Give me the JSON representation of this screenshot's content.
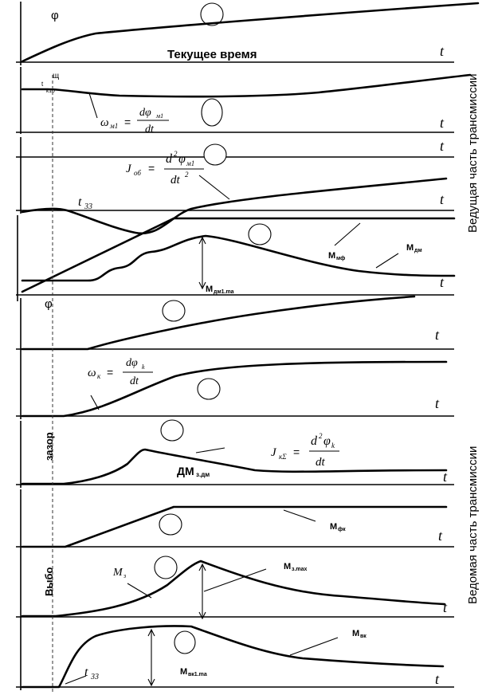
{
  "header_text": "Текущее время",
  "side_label_top": "Ведущая часть трансмиссии",
  "side_label_bottom": "Ведомая часть трансмиссии",
  "gap_label": "зазор",
  "gap_select_label": "Выбо",
  "axis_t": "t",
  "labels": {
    "phi_top": "φ",
    "phi_mid": "φ",
    "t_marker_top": "щ",
    "t_marker_sub": "t",
    "t_marker_sub2": "к10",
    "omega_m1": "ω",
    "omega_m1_sub": "м1",
    "eq_sign": "=",
    "d_phi": "dφ",
    "d_phi_m1_sub": "м1",
    "dt": "dt",
    "J_ob": "J",
    "J_ob_sub": "об",
    "J_eq_num": "d",
    "J_eq_num_sup": "2",
    "J_eq_num_phi": "φ",
    "J_eq_num_sub": "м1",
    "J_eq_den": "dt",
    "J_eq_den_sup": "2",
    "t33_top": "t",
    "t33_top_sub": "33",
    "M_mf": "M",
    "M_mf_sub": "мф",
    "M_dv": "M",
    "M_dv_sub": "дм",
    "M_dm1max": "M",
    "M_dm1max_sub": "дм1.ma",
    "omega_k": "ω",
    "omega_k_sub": "к",
    "d_phi_k": "dφ",
    "d_phi_k_sub": "k",
    "J_kS": "J",
    "J_kS_sub": "кΣ",
    "J_kS_num_phi": "φ",
    "J_kS_num_sub": "k",
    "dM_z": "ДM",
    "dM_z_sub": "з.дм",
    "M_fk": "M",
    "M_fk_sub": "фк",
    "M_z": "M",
    "M_z_sub": "з",
    "M_zmax": "M",
    "M_zmax_sub": "з.max",
    "M_vk": "M",
    "M_vk_sub": "вк",
    "M_vk1max": "M",
    "M_vk1max_sub": "вк1.ma",
    "t33_bot": "t",
    "t33_bot_sub": "33"
  }
}
